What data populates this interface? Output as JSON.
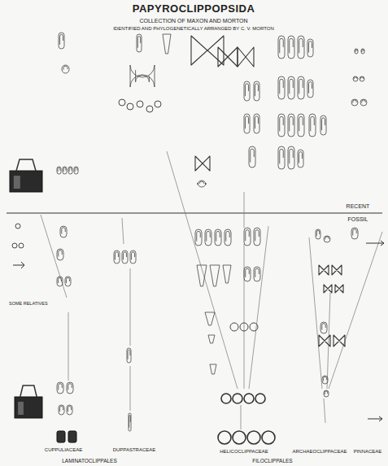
{
  "diagram": {
    "title": "PAPYROCLIPPOPSIDA",
    "labels": [
      "COLLECTION OF MAXON AND MORTON",
      "IDENTIFIED AND PHYLOGENETICALLY ARRANGED BY C. V. MORTON",
      "RECENT",
      "FOSSIL",
      "SOME RELATIVES",
      "CUPPULIACEAE",
      "DUPPASTRACEAE",
      "HELICOCLIPPACEAE",
      "ARCHAEOCLIPPACEAE",
      "PINNACEAE",
      "LAMINATOCLIPPALES",
      "FILOCLIPPALES"
    ]
  }
}
